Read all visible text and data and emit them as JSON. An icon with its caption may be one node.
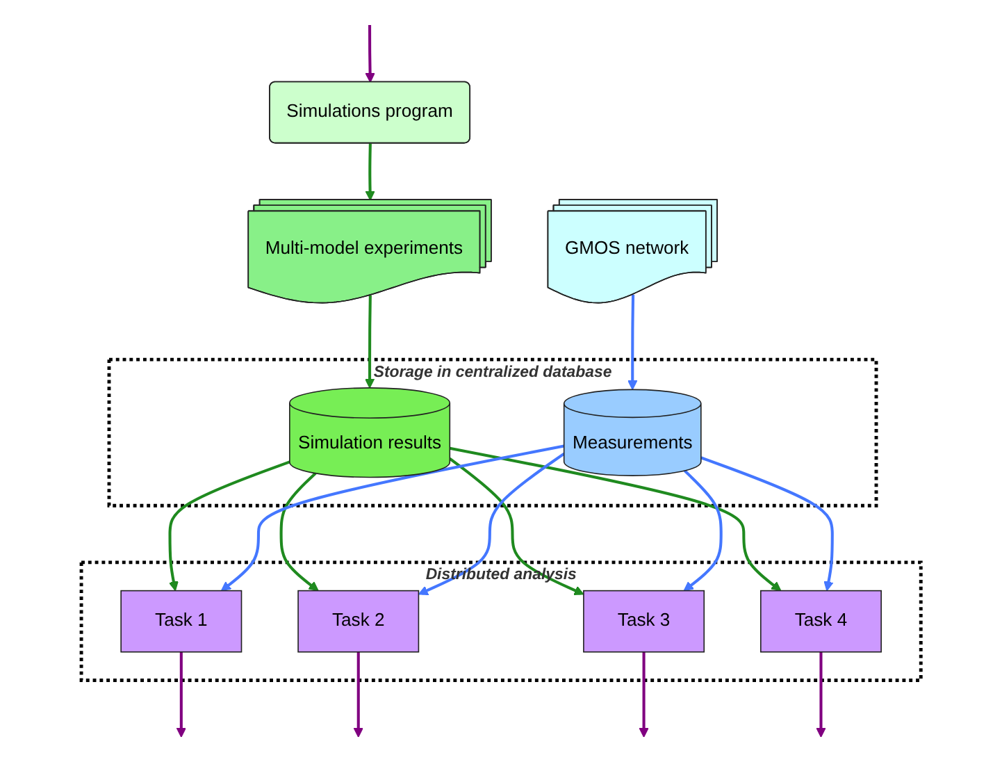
{
  "diagram": {
    "nodes": [
      {
        "text": [
          "Simulations program"
        ]
      },
      {
        "text": [
          "Multi-model experiments"
        ]
      },
      {
        "text": [
          "GMOS network"
        ]
      },
      {
        "text": [
          "Storage in centralized database"
        ]
      },
      {
        "text": [
          "Simulation results"
        ],
        "in": 3
      },
      {
        "text": [
          "Measurements"
        ],
        "in": 3
      },
      {
        "text": [
          "Distributed analysis"
        ]
      },
      {
        "text": [
          "Task 1"
        ],
        "in": 6
      },
      {
        "text": [
          "Task 2"
        ],
        "in": 6
      },
      {
        "text": [
          "Task 3"
        ],
        "in": 6
      },
      {
        "text": [
          "Task 4"
        ],
        "in": 6
      }
    ],
    "edges": [
      {
        "from": 0,
        "to": 1,
        "arrow": "to",
        "color": "#1f8a1f"
      },
      {
        "from": 1,
        "to": 4,
        "arrow": "to",
        "color": "#1f8a1f"
      },
      {
        "from": 2,
        "to": 5,
        "arrow": "to",
        "color": "#4477ff"
      },
      {
        "from": 4,
        "to": 7,
        "arrow": "to",
        "color": "#1f8a1f"
      },
      {
        "from": 4,
        "to": 8,
        "arrow": "to",
        "color": "#1f8a1f"
      },
      {
        "from": 4,
        "to": 9,
        "arrow": "to",
        "color": "#1f8a1f"
      },
      {
        "from": 4,
        "to": 10,
        "arrow": "to",
        "color": "#1f8a1f"
      },
      {
        "from": 5,
        "to": 7,
        "arrow": "to",
        "color": "#4477ff"
      },
      {
        "from": 5,
        "to": 8,
        "arrow": "to",
        "color": "#4477ff"
      },
      {
        "from": 5,
        "to": 9,
        "arrow": "to",
        "color": "#4477ff"
      },
      {
        "from": 5,
        "to": 10,
        "arrow": "to",
        "color": "#4477ff"
      },
      {
        "from": 7,
        "to": null,
        "arrow": "to",
        "color": "#800080"
      },
      {
        "from": 8,
        "to": null,
        "arrow": "to",
        "color": "#800080"
      },
      {
        "from": 9,
        "to": null,
        "arrow": "to",
        "color": "#800080"
      },
      {
        "from": 10,
        "to": null,
        "arrow": "to",
        "color": "#800080"
      },
      {
        "from": null,
        "to": 0,
        "arrow": "to",
        "color": "#800080"
      }
    ]
  }
}
